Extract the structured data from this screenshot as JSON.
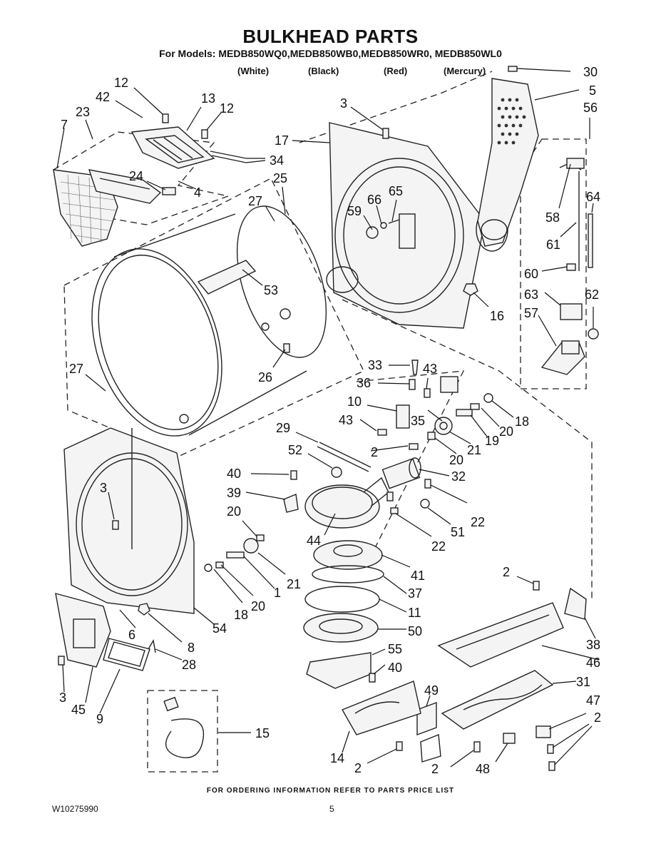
{
  "title": "BULKHEAD PARTS",
  "models_line": "For Models: MEDB850WQ0,MEDB850WB0,MEDB850WR0, MEDB850WL0",
  "variants": [
    "(White)",
    "(Black)",
    "(Red)",
    "(Mercury)"
  ],
  "footer_note": "FOR ORDERING INFORMATION REFER TO PARTS PRICE LIST",
  "document_number": "W10275990",
  "page_number": "5",
  "callouts": [
    {
      "id": "c30",
      "label": "30"
    },
    {
      "id": "c5",
      "label": "5"
    },
    {
      "id": "c56",
      "label": "56"
    },
    {
      "id": "c12a",
      "label": "12"
    },
    {
      "id": "c42",
      "label": "42"
    },
    {
      "id": "c13",
      "label": "13"
    },
    {
      "id": "c12b",
      "label": "12"
    },
    {
      "id": "c23",
      "label": "23"
    },
    {
      "id": "c7",
      "label": "7"
    },
    {
      "id": "c3a",
      "label": "3"
    },
    {
      "id": "c17",
      "label": "17"
    },
    {
      "id": "c34",
      "label": "34"
    },
    {
      "id": "c24",
      "label": "24"
    },
    {
      "id": "c4",
      "label": "4"
    },
    {
      "id": "c25",
      "label": "25"
    },
    {
      "id": "c27a",
      "label": "27"
    },
    {
      "id": "c66",
      "label": "66"
    },
    {
      "id": "c65",
      "label": "65"
    },
    {
      "id": "c59",
      "label": "59"
    },
    {
      "id": "c64",
      "label": "64"
    },
    {
      "id": "c58",
      "label": "58"
    },
    {
      "id": "c61",
      "label": "61"
    },
    {
      "id": "c60",
      "label": "60"
    },
    {
      "id": "c53",
      "label": "53"
    },
    {
      "id": "c16",
      "label": "16"
    },
    {
      "id": "c63",
      "label": "63"
    },
    {
      "id": "c62",
      "label": "62"
    },
    {
      "id": "c57",
      "label": "57"
    },
    {
      "id": "c27b",
      "label": "27"
    },
    {
      "id": "c26",
      "label": "26"
    },
    {
      "id": "c33",
      "label": "33"
    },
    {
      "id": "c43a",
      "label": "43"
    },
    {
      "id": "c36",
      "label": "36"
    },
    {
      "id": "c10",
      "label": "10"
    },
    {
      "id": "c43b",
      "label": "43"
    },
    {
      "id": "c35",
      "label": "35"
    },
    {
      "id": "c18a",
      "label": "18"
    },
    {
      "id": "c20a",
      "label": "20"
    },
    {
      "id": "c19",
      "label": "19"
    },
    {
      "id": "c21a",
      "label": "21"
    },
    {
      "id": "c20b",
      "label": "20"
    },
    {
      "id": "c29",
      "label": "29"
    },
    {
      "id": "c2a",
      "label": "2"
    },
    {
      "id": "c52",
      "label": "52"
    },
    {
      "id": "c32",
      "label": "32"
    },
    {
      "id": "c40a",
      "label": "40"
    },
    {
      "id": "c22a",
      "label": "22"
    },
    {
      "id": "c3b",
      "label": "3"
    },
    {
      "id": "c39",
      "label": "39"
    },
    {
      "id": "c51",
      "label": "51"
    },
    {
      "id": "c20c",
      "label": "20"
    },
    {
      "id": "c22b",
      "label": "22"
    },
    {
      "id": "c44",
      "label": "44"
    },
    {
      "id": "c41",
      "label": "41"
    },
    {
      "id": "c21b",
      "label": "21"
    },
    {
      "id": "c1",
      "label": "1"
    },
    {
      "id": "c2b",
      "label": "2"
    },
    {
      "id": "c37",
      "label": "37"
    },
    {
      "id": "c18b",
      "label": "18"
    },
    {
      "id": "c20d",
      "label": "20"
    },
    {
      "id": "c11",
      "label": "11"
    },
    {
      "id": "c6",
      "label": "6"
    },
    {
      "id": "c54",
      "label": "54"
    },
    {
      "id": "c38",
      "label": "38"
    },
    {
      "id": "c50",
      "label": "50"
    },
    {
      "id": "c8",
      "label": "8"
    },
    {
      "id": "c46",
      "label": "46"
    },
    {
      "id": "c55",
      "label": "55"
    },
    {
      "id": "c28",
      "label": "28"
    },
    {
      "id": "c40b",
      "label": "40"
    },
    {
      "id": "c31",
      "label": "31"
    },
    {
      "id": "c3c",
      "label": "3"
    },
    {
      "id": "c45",
      "label": "45"
    },
    {
      "id": "c9",
      "label": "9"
    },
    {
      "id": "c49",
      "label": "49"
    },
    {
      "id": "c47",
      "label": "47"
    },
    {
      "id": "c2c",
      "label": "2"
    },
    {
      "id": "c15",
      "label": "15"
    },
    {
      "id": "c14",
      "label": "14"
    },
    {
      "id": "c2d",
      "label": "2"
    },
    {
      "id": "c2e",
      "label": "2"
    },
    {
      "id": "c48",
      "label": "48"
    }
  ]
}
